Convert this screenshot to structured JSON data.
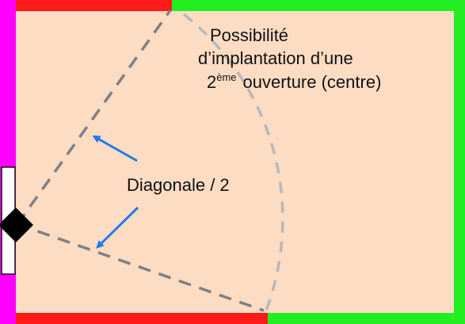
{
  "colors": {
    "room_fill": "#fddcc4",
    "wall_green": "#22ee22",
    "wall_red": "#ff1a1a",
    "wall_magenta": "#ff00ff",
    "dashes_dark": "#808080",
    "dashes_light": "#b8b8b8",
    "arrow_blue": "#1e7bea",
    "door": "#ffffff",
    "marker": "#000000"
  },
  "labels": {
    "possibility_line1": "Possibilité",
    "possibility_line2": "d’implantation d’une",
    "possibility_line3_prefix": "2",
    "possibility_line3_superscript": "ème",
    "possibility_line3_suffix": "ouverture (centre)",
    "diagonal": "Diagonale / 2"
  },
  "icons": {
    "opening_marker": "diamond-icon",
    "arrow_up": "arrow-upper-left-icon",
    "arrow_down": "arrow-lower-left-icon"
  }
}
